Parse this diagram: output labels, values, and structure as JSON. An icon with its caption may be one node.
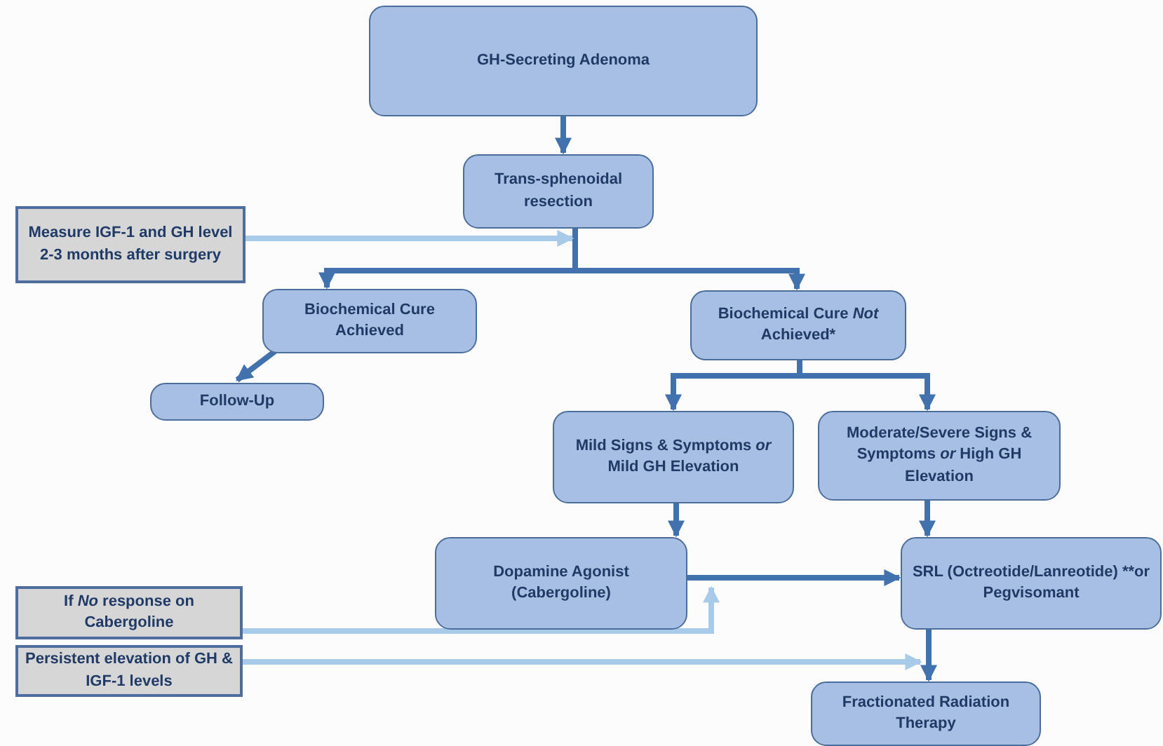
{
  "diagram": {
    "nodes": [
      {
        "text": [
          "GH-Secreting Adenoma"
        ]
      },
      {
        "text": [
          "Trans-sphenoidal resection"
        ]
      },
      {
        "text": [
          "Measure IGF-1 and GH level 2-3 months after surgery"
        ]
      },
      {
        "text": [
          "Biochemical Cure Achieved"
        ]
      },
      {
        "text": [
          "Biochemical Cure *Not* Achieved*"
        ]
      },
      {
        "text": [
          "Follow-Up"
        ]
      },
      {
        "text": [
          "Mild Signs & Symptoms *or* Mild GH Elevation"
        ]
      },
      {
        "text": [
          "Moderate/Severe Signs & Symptoms *or* High GH Elevation"
        ]
      },
      {
        "text": [
          "Dopamine Agonist (Cabergoline)"
        ]
      },
      {
        "text": [
          "SRL (Octreotide/Lanreotide) **or Pegvisomant"
        ]
      },
      {
        "text": [
          "If *No* response on Cabergoline"
        ]
      },
      {
        "text": [
          "Persistent elevation of GH & IGF-1 levels"
        ]
      },
      {
        "text": [
          "Fractionated Radiation Therapy"
        ]
      }
    ],
    "edges": [
      {
        "from": 0,
        "to": 1,
        "arrow": "to"
      },
      {
        "from": 1,
        "to": 3,
        "arrow": "to"
      },
      {
        "from": 1,
        "to": 4,
        "arrow": "to"
      },
      {
        "from": 2,
        "to": 1,
        "arrow": "to",
        "color": "#a9cbea"
      },
      {
        "from": 3,
        "to": 5,
        "arrow": "to"
      },
      {
        "from": 4,
        "to": 6,
        "arrow": "to"
      },
      {
        "from": 4,
        "to": 7,
        "arrow": "to"
      },
      {
        "from": 6,
        "to": 8,
        "arrow": "to"
      },
      {
        "from": 7,
        "to": 9,
        "arrow": "to"
      },
      {
        "from": 8,
        "to": 9,
        "arrow": "to"
      },
      {
        "from": 10,
        "to": 8,
        "arrow": "to",
        "color": "#a9cbea"
      },
      {
        "from": 11,
        "to": 12,
        "arrow": "to",
        "color": "#a9cbea"
      },
      {
        "from": 9,
        "to": 12,
        "arrow": "to"
      }
    ]
  }
}
